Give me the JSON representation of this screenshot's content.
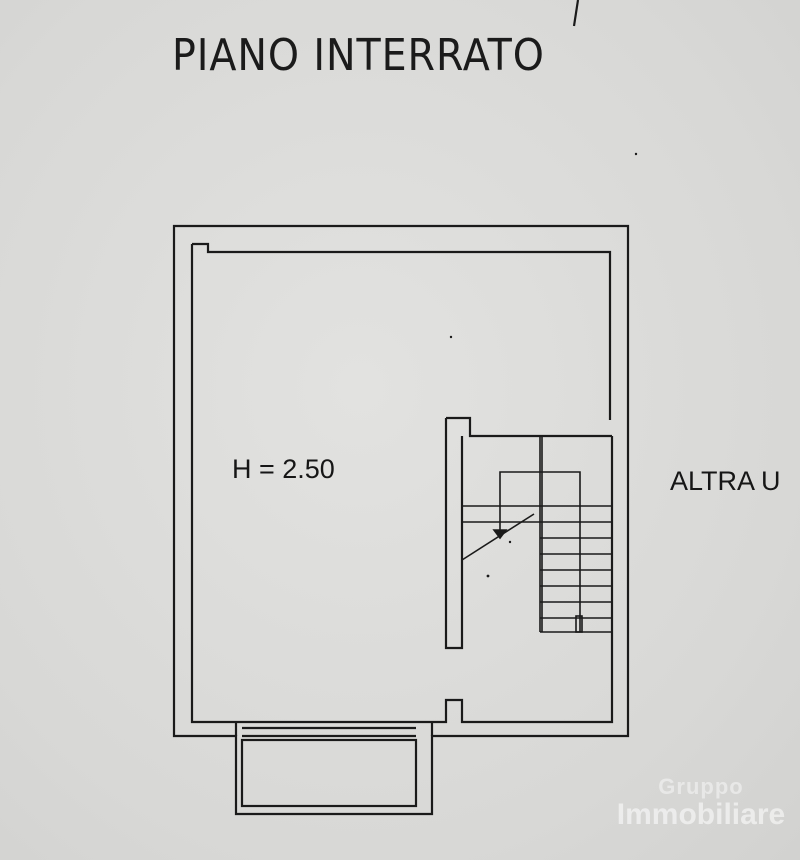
{
  "plan": {
    "title": "PIANO INTERRATO",
    "room_height_label": "H = 2.50",
    "neighbor_label": "ALTRA U"
  },
  "watermark": {
    "line1": "Gruppo",
    "line2": "Immobiliare"
  },
  "colors": {
    "paper": "#dcdcda",
    "ink": "#1a1a1a"
  }
}
